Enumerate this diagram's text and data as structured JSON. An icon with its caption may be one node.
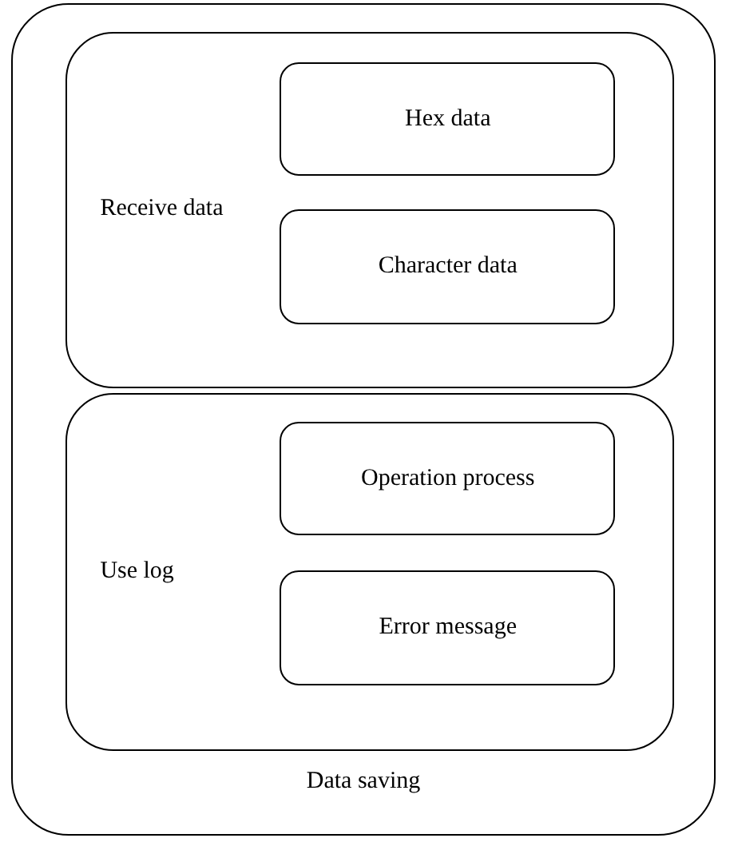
{
  "diagram": {
    "nodes": [
      {
        "text": [
          "Data saving"
        ]
      },
      {
        "text": [
          "Receive data"
        ],
        "in": 0
      },
      {
        "text": [
          "Hex data"
        ],
        "in": 1
      },
      {
        "text": [
          "Character data"
        ],
        "in": 1
      },
      {
        "text": [
          "Use log"
        ],
        "in": 0
      },
      {
        "text": [
          "Operation process"
        ],
        "in": 4
      },
      {
        "text": [
          "Error message"
        ],
        "in": 4
      }
    ]
  }
}
